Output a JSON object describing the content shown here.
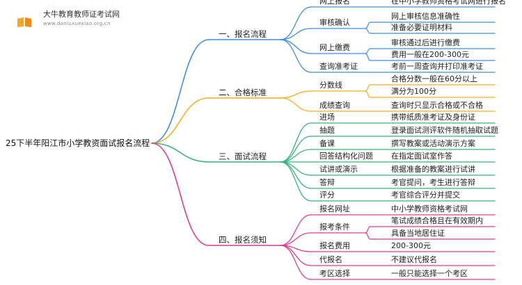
{
  "logo": {
    "title": "大牛教育教师证考试网",
    "url": "www.daniuxuexiao.org.cn"
  },
  "colors": {
    "blue": "#3d8ee8",
    "orange": "#f2b21a",
    "green": "#36b37e",
    "magenta": "#e23b8a"
  },
  "root": "25下半年阳江市小学教资面试报名流程",
  "branches": [
    {
      "label": "一、报名流程",
      "color": "#3d8ee8",
      "children": [
        {
          "label": "网上报名",
          "items": [
            "在中小学教师资格考试网进行报名"
          ]
        },
        {
          "label": "审核确认",
          "items": [
            "网上审核信息准确性",
            "准备必要证明材料"
          ]
        },
        {
          "label": "网上缴费",
          "items": [
            "审核通过后进行缴费",
            "费用一般在200-300元"
          ]
        },
        {
          "label": "查询准考证",
          "items": [
            "考前一周查询并打印准考证"
          ]
        }
      ]
    },
    {
      "label": "二、合格标准",
      "color": "#f2b21a",
      "children": [
        {
          "label": "分数线",
          "items": [
            "合格分数一般在60分以上",
            "满分为100分"
          ]
        },
        {
          "label": "成绩查询",
          "items": [
            "查询时只显示合格或不合格"
          ]
        }
      ]
    },
    {
      "label": "三、面试流程",
      "color": "#36b37e",
      "children": [
        {
          "label": "进场",
          "items": [
            "携带纸质准考证及身份证"
          ]
        },
        {
          "label": "抽题",
          "items": [
            "登录面试测评软件随机抽取试题"
          ]
        },
        {
          "label": "备课",
          "items": [
            "撰写教案或活动演示方案"
          ]
        },
        {
          "label": "回答结构化问题",
          "items": [
            "在指定面试室作答"
          ]
        },
        {
          "label": "试讲或演示",
          "items": [
            "根据准备的教案进行试讲"
          ]
        },
        {
          "label": "答辩",
          "items": [
            "考官提问，考生进行答辩"
          ]
        },
        {
          "label": "评分",
          "items": [
            "考官综合评分并提交"
          ]
        }
      ]
    },
    {
      "label": "四、报名须知",
      "color": "#e23b8a",
      "children": [
        {
          "label": "报名网址",
          "items": [
            "中小学教师资格考试网"
          ]
        },
        {
          "label": "报考条件",
          "items": [
            "笔试成绩合格且在有效期内",
            "具备当地居住证"
          ]
        },
        {
          "label": "报名费用",
          "items": [
            "200-300元"
          ]
        },
        {
          "label": "代报名",
          "items": [
            "不建议代报名"
          ]
        },
        {
          "label": "考区选择",
          "items": [
            "一般只能选择一个考区"
          ]
        }
      ]
    }
  ]
}
